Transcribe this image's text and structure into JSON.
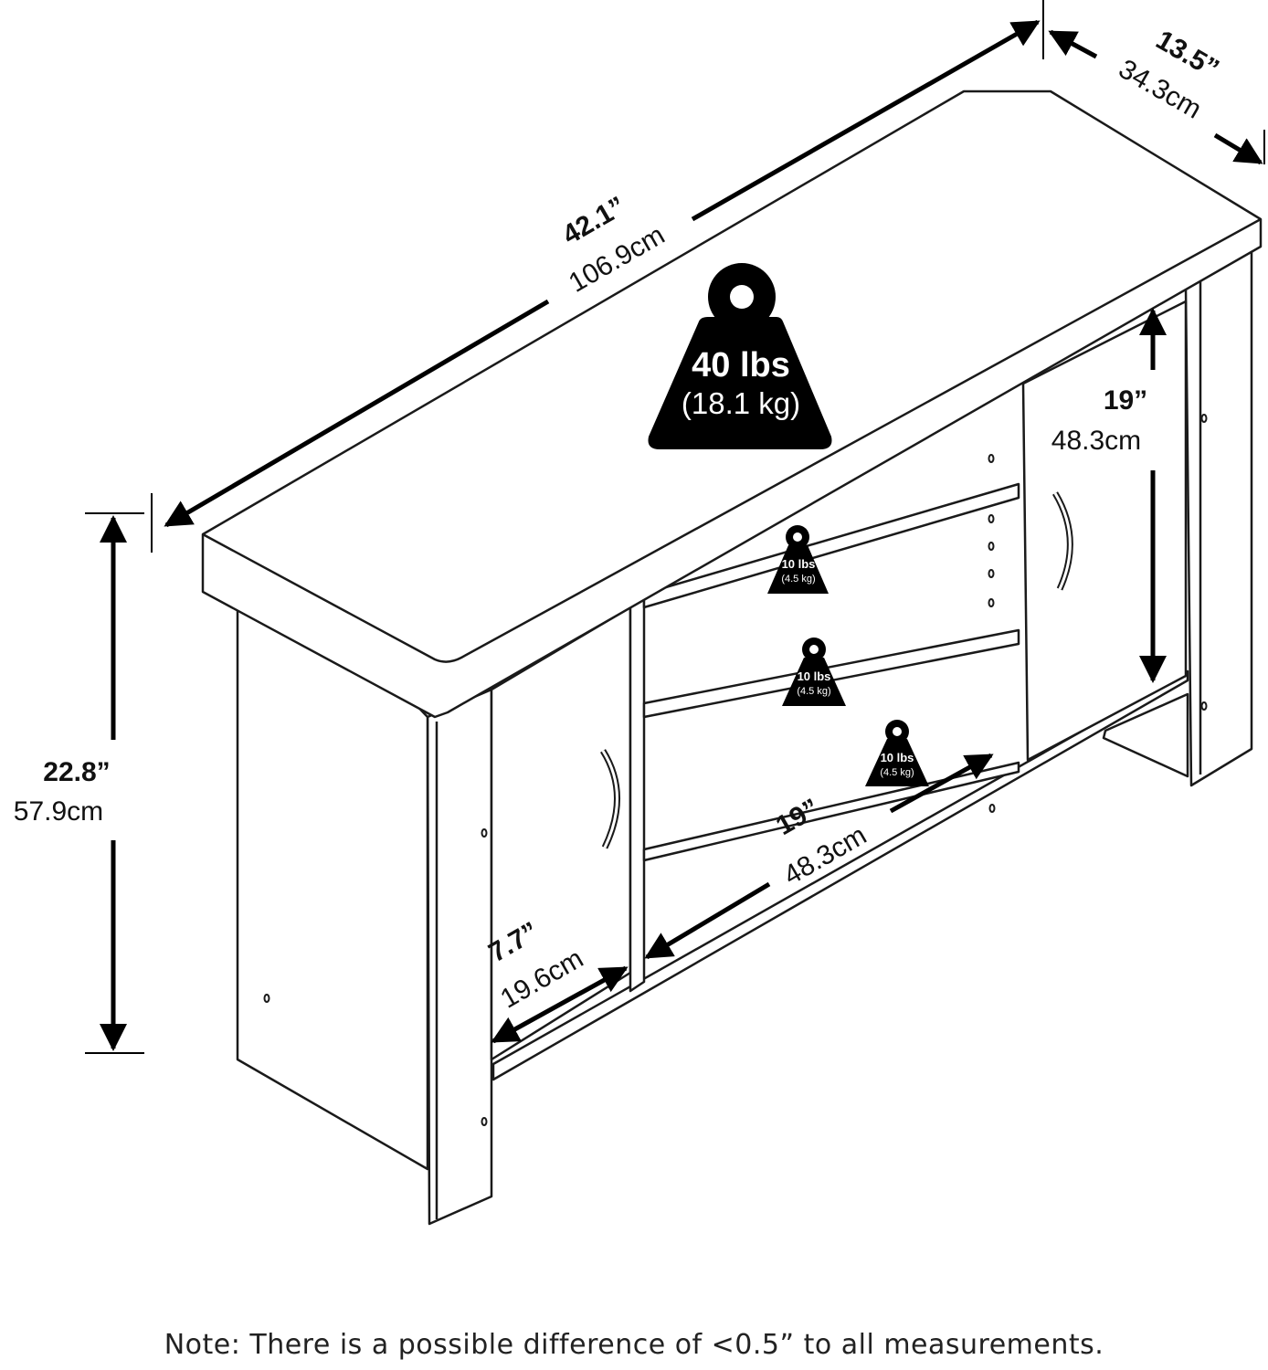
{
  "dimensions": {
    "width": {
      "in": "42.1”",
      "cm": "106.9cm"
    },
    "depth": {
      "in": "13.5”",
      "cm": "34.3cm"
    },
    "height": {
      "in": "22.8”",
      "cm": "57.9cm"
    },
    "cabinet_height": {
      "in": "19”",
      "cm": "48.3cm"
    },
    "shelf_width": {
      "in": "19”",
      "cm": "48.3cm"
    },
    "shelf_depth": {
      "in": "7.7”",
      "cm": "19.6cm"
    }
  },
  "weights": {
    "top": {
      "lbs": "40 lbs",
      "kg": "(18.1 kg)"
    },
    "shelf_1": {
      "lbs": "10 lbs",
      "kg": "(4.5 kg)"
    },
    "shelf_2": {
      "lbs": "10 lbs",
      "kg": "(4.5 kg)"
    },
    "bottom": {
      "lbs": "10 lbs",
      "kg": "(4.5 kg)"
    }
  },
  "note": "Note: There is a possible difference of <0.5” to all measurements.",
  "colors": {
    "line": "#1a1a1a",
    "fill": "#ffffff",
    "badge": "#000000"
  }
}
